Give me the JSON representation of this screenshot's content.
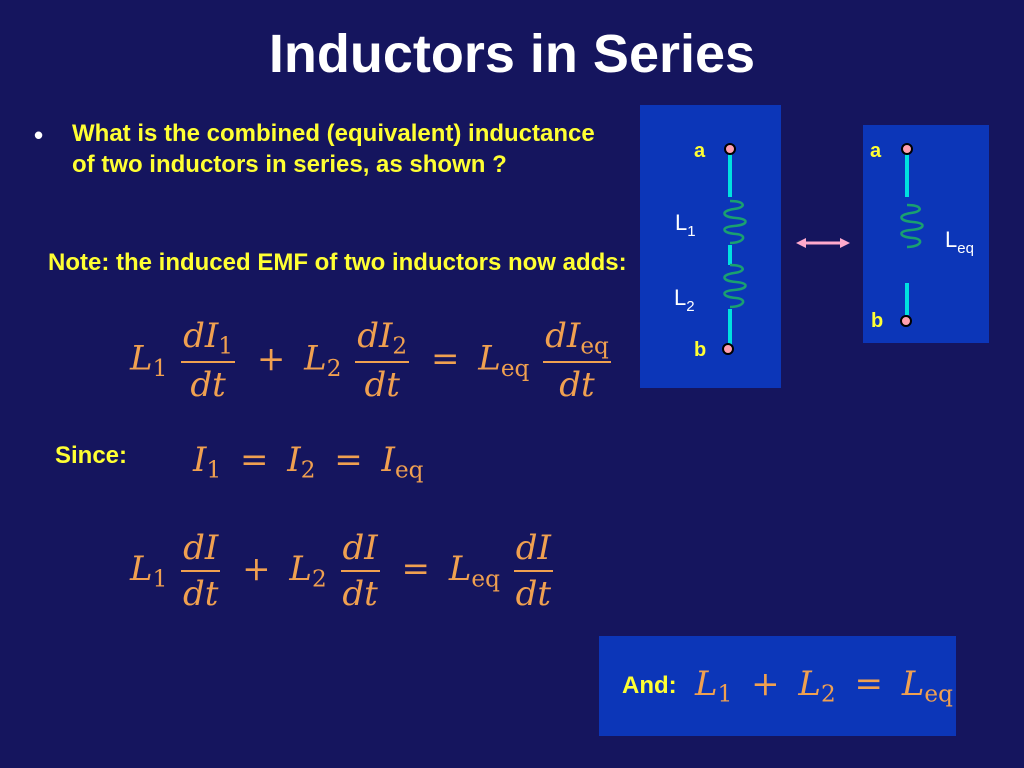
{
  "slide": {
    "title": "Inductors in Series",
    "bullet_symbol": "•",
    "bullet_text": "What is the combined (equivalent) inductance of two inductors in series, as shown ?",
    "note_text": "Note:  the induced EMF of two inductors now adds:",
    "since_label": "Since:",
    "and_label": "And:"
  },
  "equations": {
    "eq1": {
      "L1": "L",
      "s1": "1",
      "L2": "L",
      "s2": "2",
      "Leq": "L",
      "seq": "eq",
      "plus": "+",
      "equals": "=",
      "dI1": "dI",
      "dI1s": "1",
      "dI2": "dI",
      "dI2s": "2",
      "dIeq": "dI",
      "dIeqs": "eq",
      "dt": "dt"
    },
    "eq2": {
      "I": "I",
      "s1": "1",
      "s2": "2",
      "seq": "eq",
      "equals": "="
    },
    "eq3": {
      "L": "L",
      "s1": "1",
      "s2": "2",
      "seq": "eq",
      "plus": "+",
      "equals": "=",
      "dI": "dI",
      "dt": "dt"
    },
    "eq4": {
      "L": "L",
      "s1": "1",
      "s2": "2",
      "seq": "eq",
      "plus": "+",
      "equals": "="
    }
  },
  "circuit_left": {
    "terminal_a": "a",
    "terminal_b": "b",
    "inductor1": {
      "main": "L",
      "sub": "1"
    },
    "inductor2": {
      "main": "L",
      "sub": "2"
    }
  },
  "circuit_right": {
    "terminal_a": "a",
    "terminal_b": "b",
    "inductor": {
      "main": "L",
      "sub": "eq"
    }
  },
  "colors": {
    "background": "#15155e",
    "panel": "#0c36b8",
    "text_yellow": "#ffff33",
    "math_orange": "#f0a050",
    "wire": "#00e0e0",
    "coil": "#1aa070",
    "terminal": "#ff9fb0",
    "arrow": "#ffaacc"
  }
}
